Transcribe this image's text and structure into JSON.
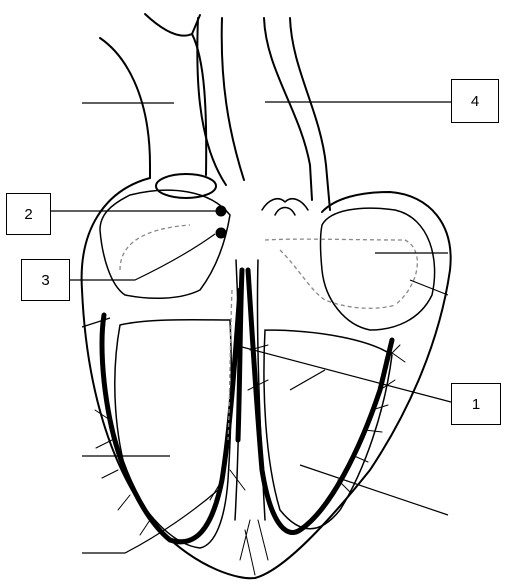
{
  "labels": {
    "one": "1",
    "two": "2",
    "three": "3",
    "four": "4"
  },
  "colors": {
    "stroke": "#000000",
    "dashed_flow": "#888888",
    "background": "#ffffff"
  }
}
